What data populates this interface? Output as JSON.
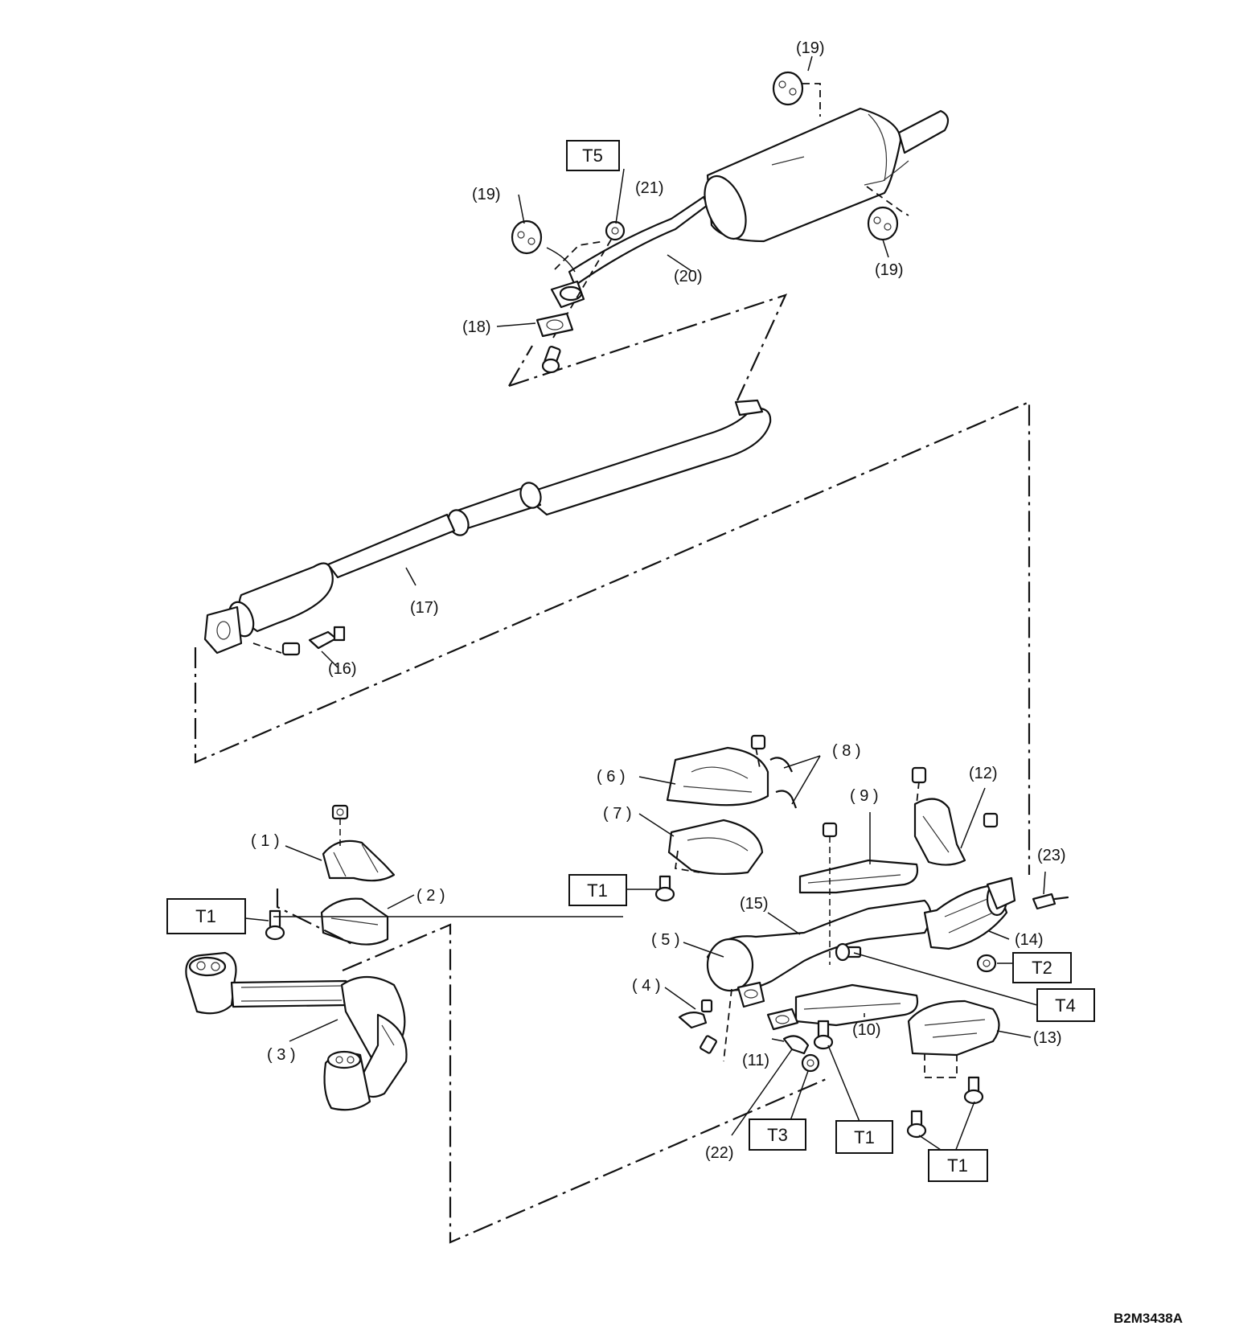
{
  "labels": {
    "p1": "( 1 )",
    "p2": "( 2 )",
    "p3": "( 3 )",
    "p4": "( 4 )",
    "p5": "( 5 )",
    "p6": "( 6 )",
    "p7": "( 7 )",
    "p8": "( 8 )",
    "p9": "( 9 )",
    "p10": "(10)",
    "p11": "(11)",
    "p12": "(12)",
    "p13": "(13)",
    "p14": "(14)",
    "p15": "(15)",
    "p16": "(16)",
    "p17": "(17)",
    "p18": "(18)",
    "p19a": "(19)",
    "p19b": "(19)",
    "p19c": "(19)",
    "p20": "(20)",
    "p21": "(21)",
    "p22": "(22)",
    "p23": "(23)"
  },
  "torque": {
    "t5": "T5",
    "t1_left": "T1",
    "t1_mid": "T1",
    "t2": "T2",
    "t4": "T4",
    "t3": "T3",
    "t1_bottom": "T1",
    "t1_right": "T1"
  },
  "figure_code": "B2M3438A"
}
